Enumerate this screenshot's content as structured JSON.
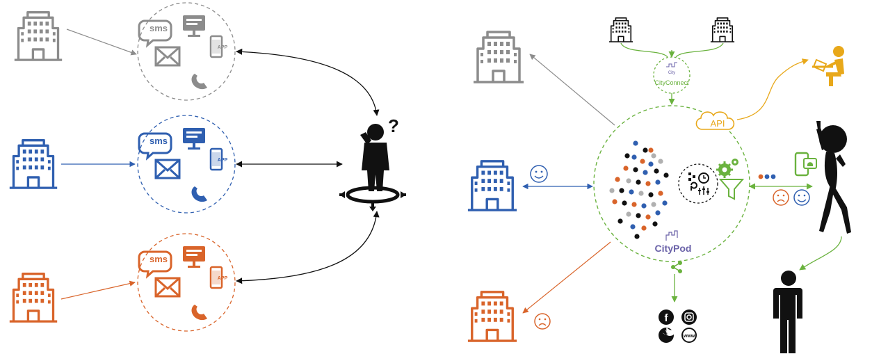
{
  "colors": {
    "gray": "#8c8c8c",
    "blue": "#2f5fb0",
    "orange": "#d9642a",
    "green": "#6ab23e",
    "gold": "#e8a81a",
    "black": "#111111",
    "purple": "#6a62a8"
  },
  "left_panel": {
    "buildings": [
      {
        "name": "gray-building-icon",
        "color": "gray"
      },
      {
        "name": "blue-building-icon",
        "color": "blue"
      },
      {
        "name": "orange-building-icon",
        "color": "orange"
      }
    ],
    "channel_clusters": [
      {
        "color": "gray",
        "sms_label": "sms",
        "app_label": "APP"
      },
      {
        "color": "blue",
        "sms_label": "sms",
        "app_label": "APP"
      },
      {
        "color": "orange",
        "sms_label": "sms",
        "app_label": "APP"
      }
    ],
    "confused_person": {
      "icon": "confused-person-icon",
      "symbol": "?"
    }
  },
  "right_panel": {
    "cityconnect": {
      "logo_text": "City",
      "label": "CityConnect"
    },
    "api_label": "API",
    "citypod": {
      "logo": "CityPod"
    },
    "social": [
      "f",
      "ig",
      "tw",
      "www"
    ],
    "faces": {
      "blue_building": "smile",
      "orange_building": "frown",
      "person_pair": [
        "frown",
        "smile"
      ]
    }
  }
}
